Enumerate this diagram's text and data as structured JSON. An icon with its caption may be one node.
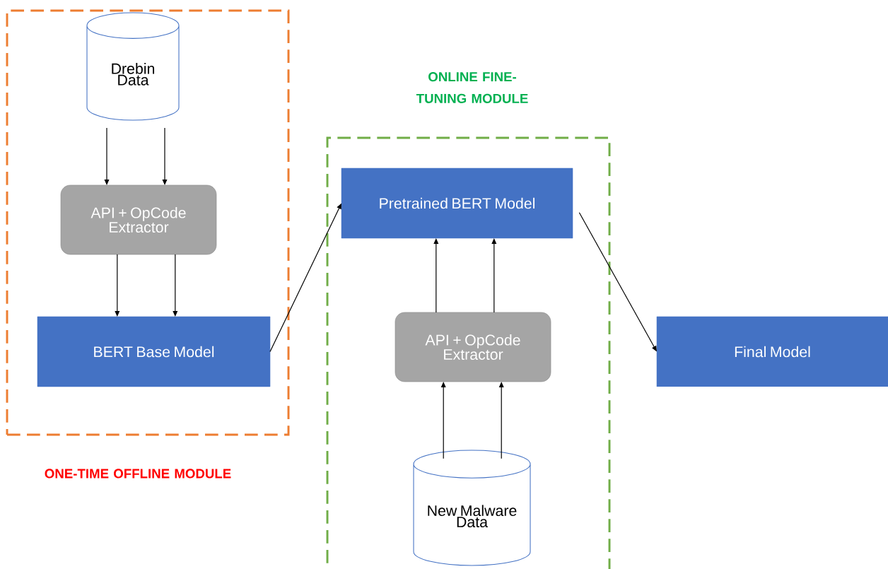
{
  "diagram": {
    "nodes": [
      {
        "text": [
          "ONE-TIME OFFLINE MODULE"
        ]
      },
      {
        "text": [
          "Drebin Data"
        ],
        "in": 0
      },
      {
        "text": [
          "API + OpCode Extractor"
        ],
        "in": 0
      },
      {
        "text": [
          "BERT Base Model"
        ],
        "in": 0
      },
      {
        "text": [
          "ONLINE FINE-TUNING MODULE"
        ]
      },
      {
        "text": [
          "Pretrained BERT Model"
        ],
        "in": 4
      },
      {
        "text": [
          "API + OpCode Extractor"
        ],
        "in": 4
      },
      {
        "text": [
          "New Malware Data"
        ],
        "in": 4
      },
      {
        "text": [
          "Final Model"
        ]
      }
    ],
    "edges": [
      {
        "from": 1,
        "to": 2,
        "arrow": "to"
      },
      {
        "from": 1,
        "to": 2,
        "arrow": "to"
      },
      {
        "from": 2,
        "to": 3,
        "arrow": "to"
      },
      {
        "from": 2,
        "to": 3,
        "arrow": "to"
      },
      {
        "from": 3,
        "to": 5,
        "arrow": "to"
      },
      {
        "from": 7,
        "to": 6,
        "arrow": "to"
      },
      {
        "from": 7,
        "to": 6,
        "arrow": "to"
      },
      {
        "from": 6,
        "to": 5,
        "arrow": "to"
      },
      {
        "from": 6,
        "to": 5,
        "arrow": "to"
      },
      {
        "from": 5,
        "to": 8,
        "arrow": "to"
      }
    ]
  }
}
